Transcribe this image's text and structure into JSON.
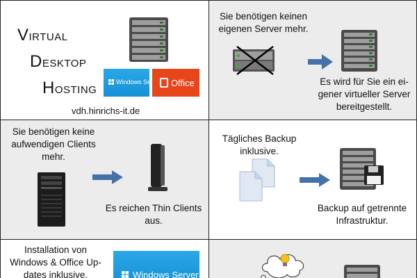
{
  "panel1": {
    "title_line1_initial": "V",
    "title_line1_rest": "IRTUAL",
    "title_line2_initial": "D",
    "title_line2_rest": "ESKTOP",
    "title_line3_initial": "H",
    "title_line3_rest": "OSTING",
    "windows_logo_text": "Windows Server",
    "office_logo_text": "Office",
    "url": "vdh.hinrichs-it.de"
  },
  "panel2": {
    "top_text": [
      "Sie benötigen keinen",
      "eigenen Server mehr."
    ],
    "bottom_text": [
      "Es wird für Sie ein ei-",
      "gener virtueller Server",
      "bereitgestellt."
    ]
  },
  "panel3": {
    "top_text": [
      "Sie benötigen keine",
      "aufwendigen Clients",
      "mehr."
    ],
    "bottom_text": [
      "Es reichen Thin Clients",
      "aus."
    ]
  },
  "panel4": {
    "top_text": [
      "Tägliches Backup",
      "inklusive."
    ],
    "bottom_text": [
      "Backup auf getrennte",
      "Infrastruktur."
    ]
  },
  "panel5": {
    "top_text": [
      "Installation von",
      "Windows & Office Up-",
      "dates inklusive."
    ],
    "windows_logo_text": "Windows Server"
  },
  "colors": {
    "arrow": "#4472a8",
    "server_dark": "#3a3a3a",
    "server_light": "#b9b9b9",
    "windows_blue": "#1f9de0",
    "office_orange": "#e8451b",
    "panel_gray": "#ececec"
  }
}
